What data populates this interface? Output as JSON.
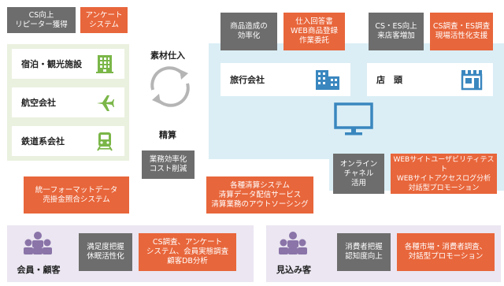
{
  "top_left": {
    "grey": "CS向上\nリピーター獲得",
    "orange": "アンケート\nシステム"
  },
  "left_panel": {
    "items": [
      {
        "label": "宿泊・観光施設",
        "icon": "building-icon"
      },
      {
        "label": "航空会社",
        "icon": "airplane-icon"
      },
      {
        "label": "鉄道系会社",
        "icon": "train-icon"
      }
    ]
  },
  "center": {
    "top_label": "素材仕入",
    "bottom_label": "精算",
    "grey": "業務効率化\nコスト削減",
    "orange_right": "各種清算システム\n清算データ配信サービス\n清算業務のアウトソーシング",
    "orange_left": "統一フォーマットデータ\n売掛金照合システム"
  },
  "top_mid": {
    "grey": "商品造成の\n効率化",
    "orange": "仕入回答書\nWEB商品登録\n作業委託"
  },
  "top_right": {
    "grey": "CS・ES向上\n来店客増加",
    "orange": "CS調査・ES調査\n現場活性化支援"
  },
  "right_panel": {
    "travel_label": "旅行会社",
    "store_label": "店　頭"
  },
  "online": {
    "grey": "オンライン\nチャネル\n活用",
    "orange": "WEBサイトユーザビリティテスト\nWEBサイトアクセスログ分析\n対話型プロモーション"
  },
  "bottom_left": {
    "label": "会員・顧客",
    "grey": "満足度把握\n休眠活性化",
    "orange": "CS調査、アンケート\nシステム、会員実態調査\n顧客DB分析"
  },
  "bottom_right": {
    "label": "見込み客",
    "grey": "消費者把握\n認知度向上",
    "orange": "各種市場・消費者調査、\n対話型プロモーション"
  },
  "colors": {
    "green_icon": "#7ab648",
    "blue_icon": "#3a87bf",
    "purple_icon": "#8a74a8",
    "orange": "#e8663b",
    "grey": "#6d6d6d",
    "arrow_grey": "#b5b5b5"
  }
}
